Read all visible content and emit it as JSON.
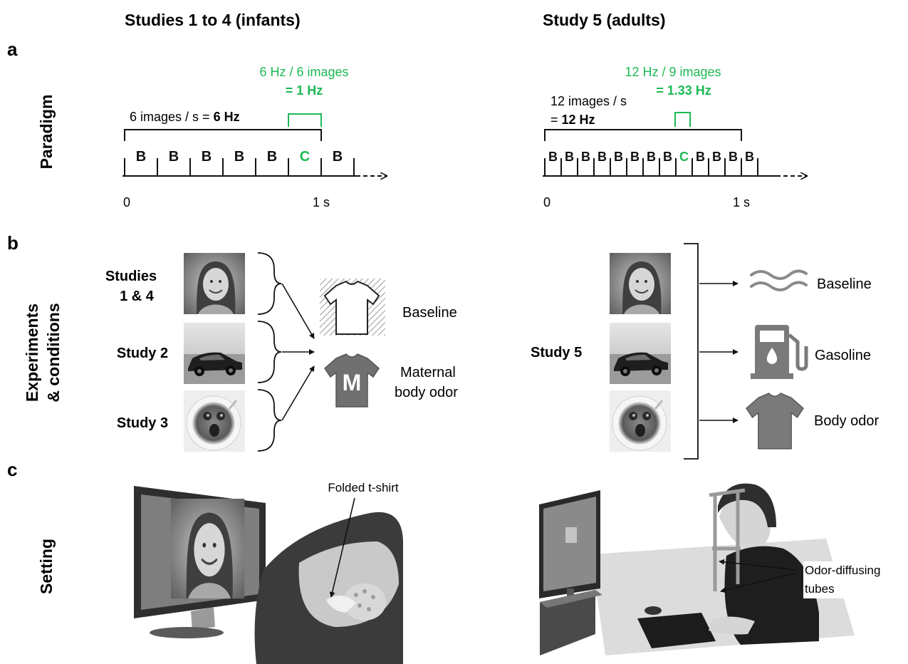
{
  "headers": {
    "left": "Studies 1 to 4 (infants)",
    "right": "Study 5 (adults)"
  },
  "panels": {
    "a": "a",
    "b": "b",
    "c": "c"
  },
  "rows": {
    "paradigm": "Paradigm",
    "experiments_1": "Experiments",
    "experiments_2": "& conditions",
    "setting": "Setting"
  },
  "colors": {
    "green": "#1db954",
    "text": "#111111",
    "gray": "#808080"
  },
  "paradigm_infants": {
    "green_line1": "6 Hz / 6 images",
    "green_line2": "= 1 Hz",
    "rate_prefix": "6 images  / s = ",
    "rate_bold": "6 Hz",
    "sequence": [
      "B",
      "B",
      "B",
      "B",
      "B",
      "C",
      "B"
    ],
    "axis_start": "0",
    "axis_end": "1 s"
  },
  "paradigm_adults": {
    "green_line1": "12 Hz / 9 images",
    "green_line2": "= 1.33 Hz",
    "rate_line1": "12 images  / s",
    "rate_line2_prefix": "= ",
    "rate_line2_bold": "12 Hz",
    "sequence": [
      "B",
      "B",
      "B",
      "B",
      "B",
      "B",
      "B",
      "B",
      "C",
      "B",
      "B",
      "B",
      "B"
    ],
    "axis_start": "0",
    "axis_end": "1 s"
  },
  "experiments_infants": {
    "studies": [
      "Studies",
      "1 & 4",
      "Study 2",
      "Study 3"
    ],
    "conditions": {
      "baseline": "Baseline",
      "maternal_1": "Maternal",
      "maternal_2": "body odor"
    },
    "shirt_letter": "M"
  },
  "experiments_adults": {
    "study": "Study 5",
    "conditions": [
      "Baseline",
      "Gasoline",
      "Body odor"
    ]
  },
  "setting": {
    "infant_label": "Folded t-shirt",
    "adult_label_1": "Odor-diffusing",
    "adult_label_2": "tubes"
  }
}
